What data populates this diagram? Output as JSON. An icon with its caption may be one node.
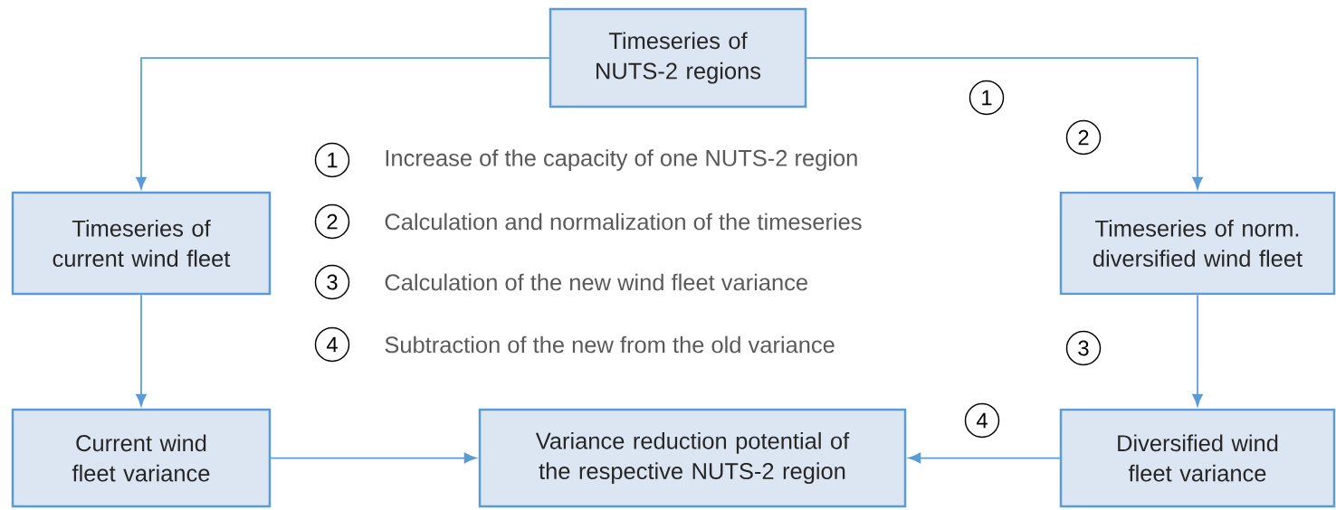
{
  "diagram": {
    "nodes": [
      {
        "text": [
          "Timeseries of NUTS-2 regions"
        ]
      },
      {
        "text": [
          "Timeseries of current wind fleet"
        ]
      },
      {
        "text": [
          "Timeseries of norm. diversified wind fleet"
        ]
      },
      {
        "text": [
          "Current wind fleet variance"
        ]
      },
      {
        "text": [
          "Variance reduction potential of the respective NUTS-2 region"
        ]
      },
      {
        "text": [
          "Diversified wind fleet variance"
        ]
      }
    ],
    "edges": [
      {
        "from": 0,
        "to": 1,
        "arrow": "to"
      },
      {
        "from": 0,
        "to": 2,
        "arrow": "to"
      },
      {
        "from": 1,
        "to": 3,
        "arrow": "to"
      },
      {
        "from": 2,
        "to": 5,
        "arrow": "to"
      },
      {
        "from": 3,
        "to": 4,
        "arrow": "to"
      },
      {
        "from": 5,
        "to": 4,
        "arrow": "to"
      }
    ],
    "labels": [
      "1",
      "2",
      "1",
      "Increase of the capacity of one NUTS-2 region",
      "2",
      "Calculation and normalization of the timeseries",
      "3",
      "Calculation of the new wind fleet variance",
      "4",
      "Subtraction of the new from the old variance",
      "3",
      "4"
    ]
  }
}
